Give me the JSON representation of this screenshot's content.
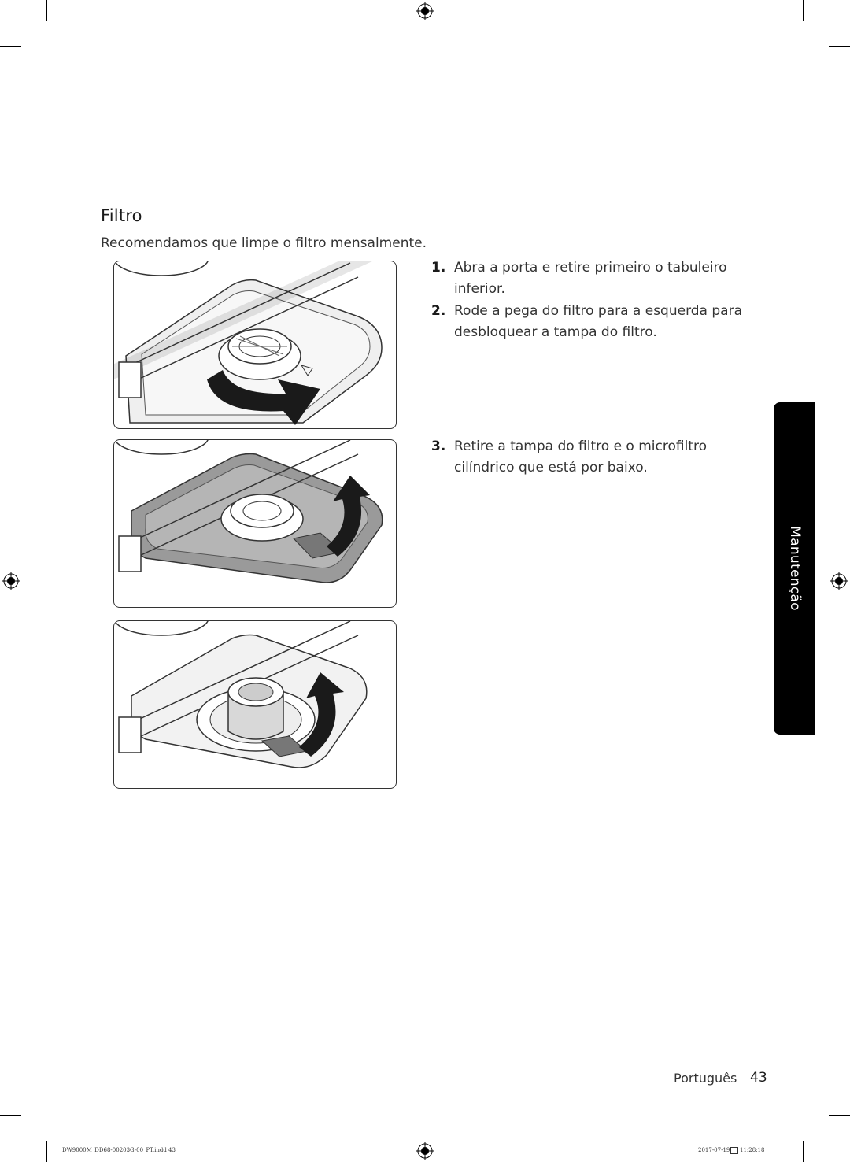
{
  "section": {
    "title": "Filtro",
    "intro": "Recomendamos que limpe o filtro mensalmente."
  },
  "steps": [
    {
      "number": "1.",
      "text": "Abra a porta e retire primeiro o tabuleiro inferior."
    },
    {
      "number": "2.",
      "text": "Rode a pega do filtro para a esquerda para desbloquear a tampa do filtro."
    },
    {
      "number": "3.",
      "text": "Retire a tampa do filtro e o microfiltro cilíndrico que está por baixo."
    }
  ],
  "side_tab": {
    "label": "Manutenção"
  },
  "footer": {
    "language": "Português",
    "page_number": "43",
    "slug_file": "DW9000M_DD68-00203G-00_PT.indd   43",
    "slug_date": "2017-07-19",
    "slug_time": "11:28:18"
  },
  "colors": {
    "text": "#1a1a1a",
    "tab_background": "#000000",
    "figure_stroke": "#333333"
  }
}
